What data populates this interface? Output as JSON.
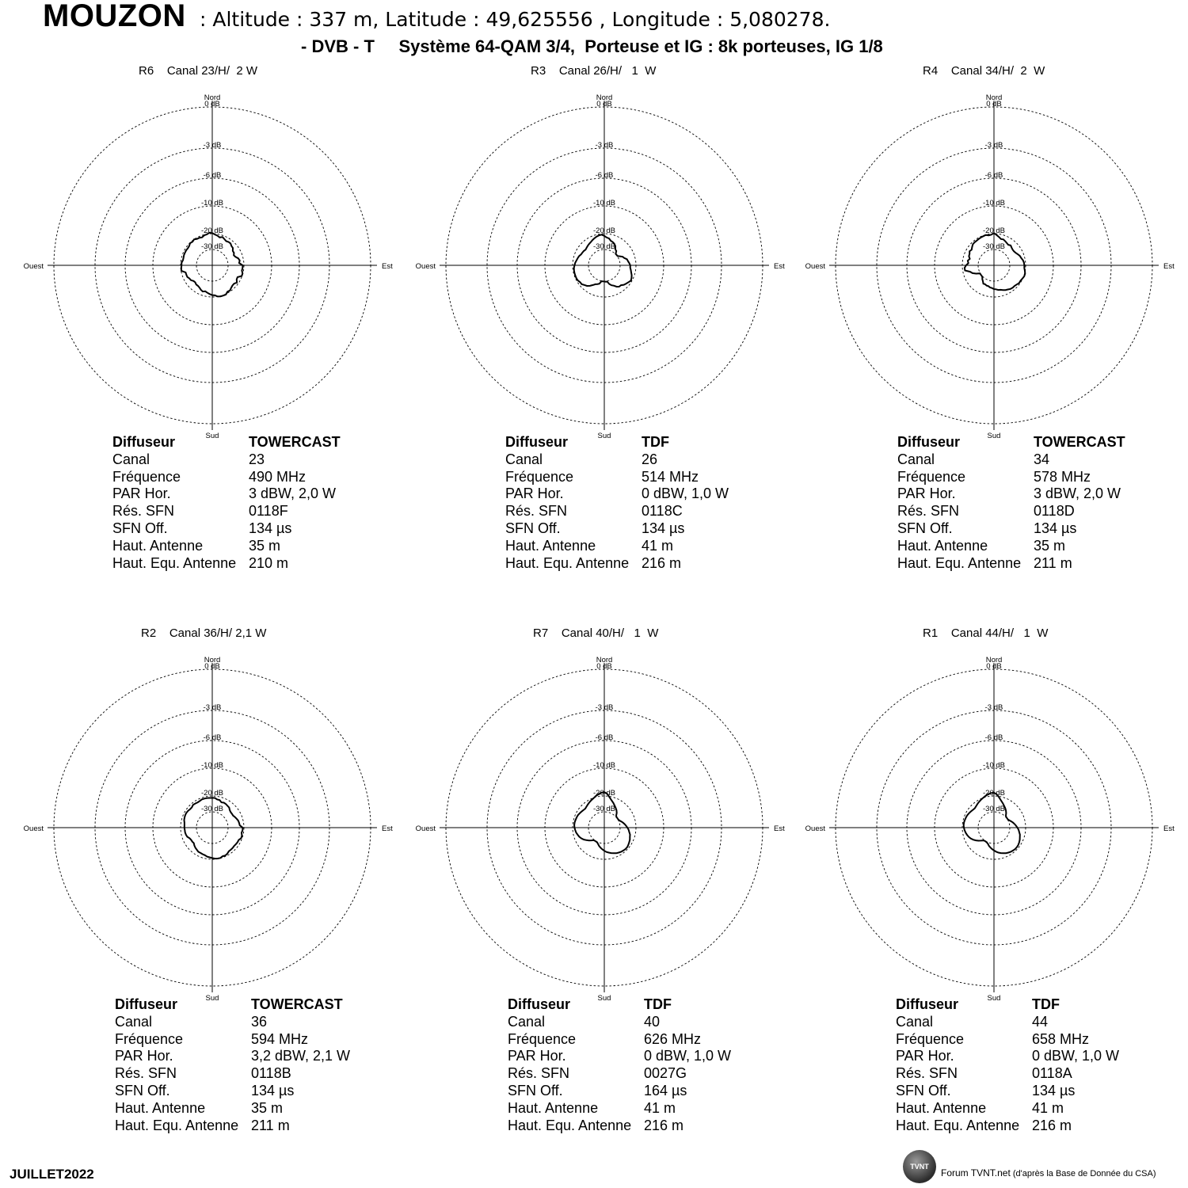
{
  "header": {
    "site": "MOUZON",
    "coords": ": Altitude : 337 m, Latitude : 49,625556 , Longitude : 5,080278.",
    "system": "- DVB - T     Système 64-QAM 3/4,  Porteuse et IG : 8k porteuses, IG 1/8"
  },
  "axis": {
    "north": "Nord",
    "south": "Sud",
    "east": "Est",
    "west": "Ouest",
    "ring_labels": [
      "0 dB",
      "-3 dB",
      "-6 dB",
      "-10 dB",
      "-20 dB",
      "-30 dB"
    ]
  },
  "info_labels": [
    "Diffuseur",
    "Canal",
    "Fréquence",
    "PAR Hor.",
    "Rés. SFN",
    "SFN Off.",
    "Haut. Antenne",
    "Haut. Equ. Antenne"
  ],
  "panels": [
    {
      "title": "R6    Canal 23/H/  2 W",
      "values": [
        "TOWERCAST",
        "23",
        "490 MHz",
        "3 dBW, 2,0 W",
        "0118F",
        "134 µs",
        "35 m",
        "210 m"
      ]
    },
    {
      "title": "R3    Canal 26/H/   1  W",
      "values": [
        "TDF",
        "26",
        "514 MHz",
        "0 dBW, 1,0 W",
        "0118C",
        "134 µs",
        "41 m",
        "216 m"
      ]
    },
    {
      "title": "R4    Canal 34/H/  2  W",
      "values": [
        "TOWERCAST",
        "34",
        "578 MHz",
        "3 dBW, 2,0 W",
        "0118D",
        "134 µs",
        "35 m",
        "211 m"
      ]
    },
    {
      "title": "R2    Canal 36/H/ 2,1 W",
      "values": [
        "TOWERCAST",
        "36",
        "594 MHz",
        "3,2 dBW, 2,1 W",
        "0118B",
        "134 µs",
        "35 m",
        "211 m"
      ]
    },
    {
      "title": "R7    Canal 40/H/   1  W",
      "values": [
        "TDF",
        "40",
        "626 MHz",
        "0 dBW, 1,0 W",
        "0027G",
        "164 µs",
        "41 m",
        "216 m"
      ]
    },
    {
      "title": "R1    Canal 44/H/   1  W",
      "values": [
        "TDF",
        "44",
        "658 MHz",
        "0 dBW, 1,0 W",
        "0118A",
        "134 µs",
        "41 m",
        "216 m"
      ]
    }
  ],
  "chart_data": [
    {
      "type": "polar-line",
      "unit": "dB",
      "ticks_db": [
        0,
        -3,
        -6,
        -10,
        -20,
        -30
      ],
      "pattern_db": [
        -19.8,
        -20.5,
        -21,
        -21.8,
        -21,
        -21.8,
        -22.4,
        -22,
        -22,
        -22.8,
        -23,
        -24.2,
        -24.2,
        -25,
        -24.4,
        -23,
        -22.4,
        -23,
        -20.8,
        -20.8,
        -21,
        -20.2,
        -20.2,
        -22.4,
        -22.2,
        -21,
        -22,
        -22,
        -21.4,
        -20.6,
        -20.8,
        -19.8,
        -19.8,
        -19.8,
        -20,
        -21,
        -21.2,
        -21.8,
        -22.4,
        -23,
        -22.4,
        -23,
        -23.8,
        -24.2,
        -24.2,
        -24.8,
        -24.6,
        -23.6,
        -23.4,
        -22.6,
        -22.6,
        -22.6,
        -20.2,
        -20.4,
        -20.6,
        -20.6,
        -21.2,
        -21.2,
        -21,
        -21,
        -21,
        -21.2,
        -21,
        -20.2,
        -20.6,
        -20,
        -20.8,
        -20.8,
        -21.2,
        -20.4,
        -20.2,
        -19.6
      ]
    },
    {
      "type": "polar-line",
      "unit": "dB",
      "ticks_db": [
        0,
        -3,
        -6,
        -10,
        -20,
        -30
      ],
      "pattern_db": [
        -21.4,
        -22.4,
        -22.8,
        -24,
        -24.4,
        -25,
        -26,
        -27.8,
        -28.2,
        -29.8,
        -29.8,
        -29.8,
        -28.6,
        -27.2,
        -26.6,
        -25.2,
        -24.8,
        -24.2,
        -23.6,
        -23.6,
        -23,
        -22.4,
        -21.6,
        -21,
        -20.6,
        -21.4,
        -22,
        -22.6,
        -23.6,
        -23.6,
        -24.4,
        -25.8,
        -26.6,
        -27.8,
        -29.6,
        -29.6,
        -29.8,
        -29.8,
        -29.8,
        -28,
        -27.4,
        -26.8,
        -25.6,
        -24.2,
        -23,
        -22.4,
        -21.4,
        -21.4,
        -20.8,
        -20.6,
        -20.6,
        -20.6,
        -20.6,
        -20.8,
        -21.2,
        -21.6,
        -22.2,
        -22.6,
        -23,
        -23.8,
        -24,
        -24.2,
        -24.6,
        -24.2,
        -23.8,
        -23.4,
        -23,
        -22.4,
        -21.8,
        -21.2,
        -20.8,
        -20.6
      ]
    },
    {
      "type": "polar-line",
      "unit": "dB",
      "ticks_db": [
        0,
        -3,
        -6,
        -10,
        -20,
        -30
      ],
      "pattern_db": [
        -19.8,
        -20.8,
        -21.8,
        -22.8,
        -22.6,
        -23.2,
        -23.8,
        -24.2,
        -23.6,
        -24.2,
        -24.6,
        -24.6,
        -24.2,
        -23.4,
        -22.6,
        -22.2,
        -21.4,
        -21,
        -20.8,
        -20.8,
        -20.2,
        -19.8,
        -19.8,
        -20.2,
        -20.6,
        -20.6,
        -21.2,
        -21.6,
        -21.6,
        -21.8,
        -22.4,
        -22.8,
        -23.4,
        -24,
        -24.2,
        -24.8,
        -25,
        -25.6,
        -25.8,
        -26.4,
        -26.4,
        -26.8,
        -26.6,
        -27.8,
        -28.6,
        -29.6,
        -29.8,
        -29.8,
        -29.8,
        -27.6,
        -25.6,
        -24.4,
        -21.4,
        -21.4,
        -22.4,
        -23.8,
        -23.2,
        -24.2,
        -23.2,
        -23,
        -22.2,
        -22.8,
        -22,
        -21.2,
        -21,
        -21,
        -20.8,
        -20.6,
        -20.4,
        -20.2,
        -20.8,
        -20.6
      ]
    },
    {
      "type": "polar-line",
      "unit": "dB",
      "ticks_db": [
        0,
        -3,
        -6,
        -10,
        -20,
        -30
      ],
      "pattern_db": [
        -21.2,
        -21.2,
        -22,
        -22,
        -23,
        -22.6,
        -22.8,
        -23.2,
        -23.4,
        -24.4,
        -24.8,
        -24.8,
        -24.8,
        -24.2,
        -23.6,
        -23,
        -22.8,
        -22.6,
        -20.8,
        -20.8,
        -21.2,
        -20.6,
        -20.6,
        -21.6,
        -21.6,
        -21.8,
        -22,
        -21.8,
        -21.8,
        -21.8,
        -21,
        -20.6,
        -20.8,
        -20.2,
        -20.2,
        -20.4,
        -20.8,
        -21.2,
        -21.4,
        -22,
        -22.2,
        -22.4,
        -22.4,
        -23,
        -23.4,
        -24,
        -24.8,
        -24.6,
        -24.6,
        -24.2,
        -23.2,
        -22.8,
        -22.6,
        -22.6,
        -22.4,
        -22.4,
        -22.2,
        -21.6,
        -21.4,
        -21.2,
        -21.2,
        -21.4,
        -21.8,
        -21.8,
        -21.2,
        -21.4,
        -21.6,
        -21.4,
        -21,
        -21,
        -21,
        -21.2
      ]
    },
    {
      "type": "polar-line",
      "unit": "dB",
      "ticks_db": [
        0,
        -3,
        -6,
        -10,
        -20,
        -30
      ],
      "pattern_db": [
        -18.6,
        -19.2,
        -20.6,
        -22.2,
        -23.4,
        -24.6,
        -25.6,
        -26.6,
        -27.8,
        -29.4,
        -29.8,
        -29.8,
        -29.8,
        -29.4,
        -28.6,
        -27.8,
        -27,
        -26.2,
        -25.4,
        -24.6,
        -24,
        -23.2,
        -22.8,
        -22.2,
        -21.8,
        -21.4,
        -21,
        -21,
        -21.2,
        -21.4,
        -21.8,
        -22.2,
        -22.8,
        -23.4,
        -24,
        -24.6,
        -25.4,
        -26.2,
        -27,
        -27.8,
        -28.8,
        -29.6,
        -29.8,
        -29.8,
        -29.6,
        -28.6,
        -27.4,
        -26.2,
        -25,
        -24,
        -23.2,
        -22.6,
        -22,
        -21.6,
        -21.2,
        -21,
        -21,
        -21.2,
        -21.4,
        -21.6,
        -22,
        -22.4,
        -22.8,
        -23,
        -22.6,
        -22,
        -21.4,
        -20.8,
        -20.2,
        -19.6,
        -19.2,
        -18.8
      ]
    },
    {
      "type": "polar-line",
      "unit": "dB",
      "ticks_db": [
        0,
        -3,
        -6,
        -10,
        -20,
        -30
      ],
      "pattern_db": [
        -18.8,
        -19.4,
        -20.8,
        -22.4,
        -23.6,
        -24.8,
        -25.8,
        -26.8,
        -28,
        -29.4,
        -29.8,
        -29.8,
        -29.8,
        -29.2,
        -28.4,
        -27.6,
        -26.8,
        -26,
        -25.2,
        -24.4,
        -23.8,
        -23,
        -22.6,
        -22,
        -21.6,
        -21.2,
        -21,
        -21,
        -21.2,
        -21.4,
        -21.8,
        -22.2,
        -22.8,
        -23.4,
        -24,
        -24.8,
        -25.6,
        -26.4,
        -27.2,
        -28,
        -29,
        -29.6,
        -29.8,
        -29.8,
        -29.4,
        -28.4,
        -27.2,
        -26,
        -24.8,
        -23.8,
        -23,
        -22.4,
        -21.8,
        -21.4,
        -21,
        -20.8,
        -20.8,
        -21,
        -21.2,
        -21.4,
        -21.8,
        -22.2,
        -22.6,
        -22.8,
        -22.4,
        -21.8,
        -21.2,
        -20.6,
        -20,
        -19.6,
        -19.2,
        -18.9
      ]
    }
  ],
  "footer": {
    "date": "JUILLET2022",
    "logo": "TVNT",
    "credit_site": "Forum TVNT.net",
    "credit_note": " (d'après la Base de Donnée du CSA)"
  }
}
